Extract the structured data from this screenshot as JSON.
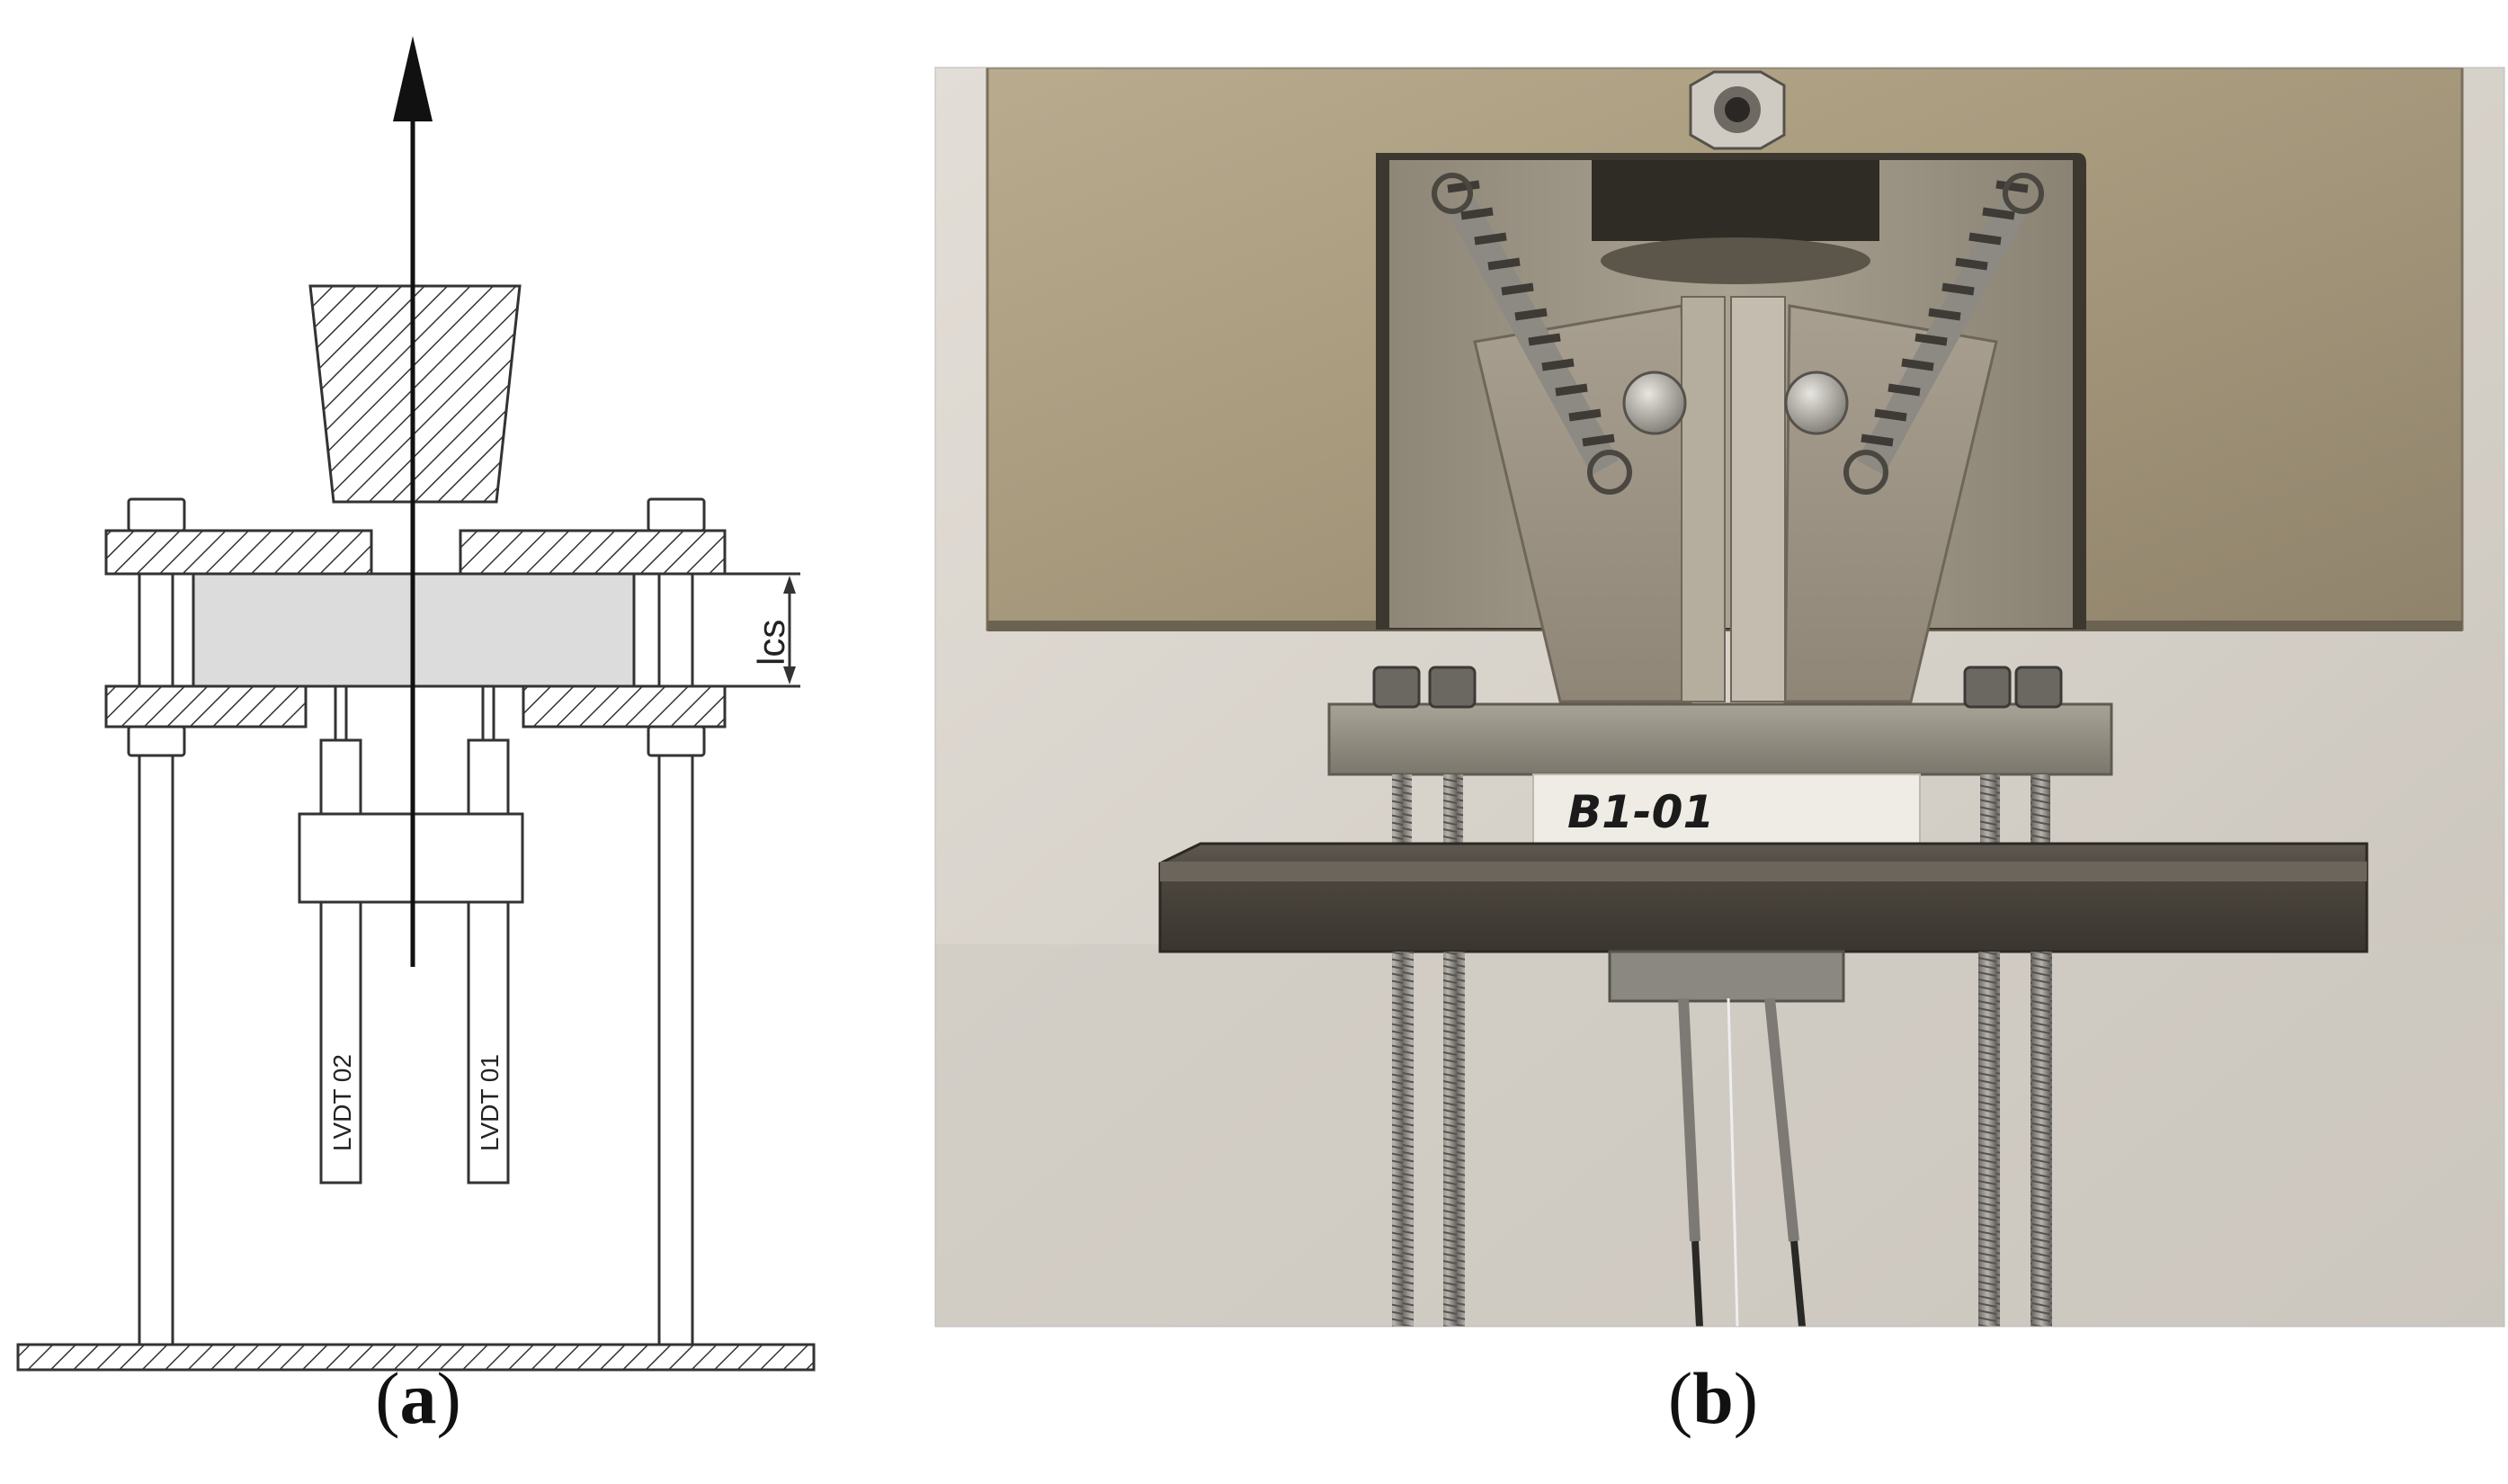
{
  "diagram": {
    "dimension_label": "lcs",
    "sensor_left": "LVDT 02",
    "sensor_right": "LVDT 01"
  },
  "photo": {
    "specimen_label": "B1-01"
  },
  "captions": {
    "a_open": "(",
    "a_letter": "a",
    "a_close": ")",
    "b_open": "(",
    "b_letter": "b",
    "b_close": ")"
  },
  "colors": {
    "line": "#333333",
    "specimen_fill": "#dcdcdc",
    "hatch": "#333333",
    "plate_metal": "#9a958a",
    "bg_wall": "#d9d4cb"
  }
}
